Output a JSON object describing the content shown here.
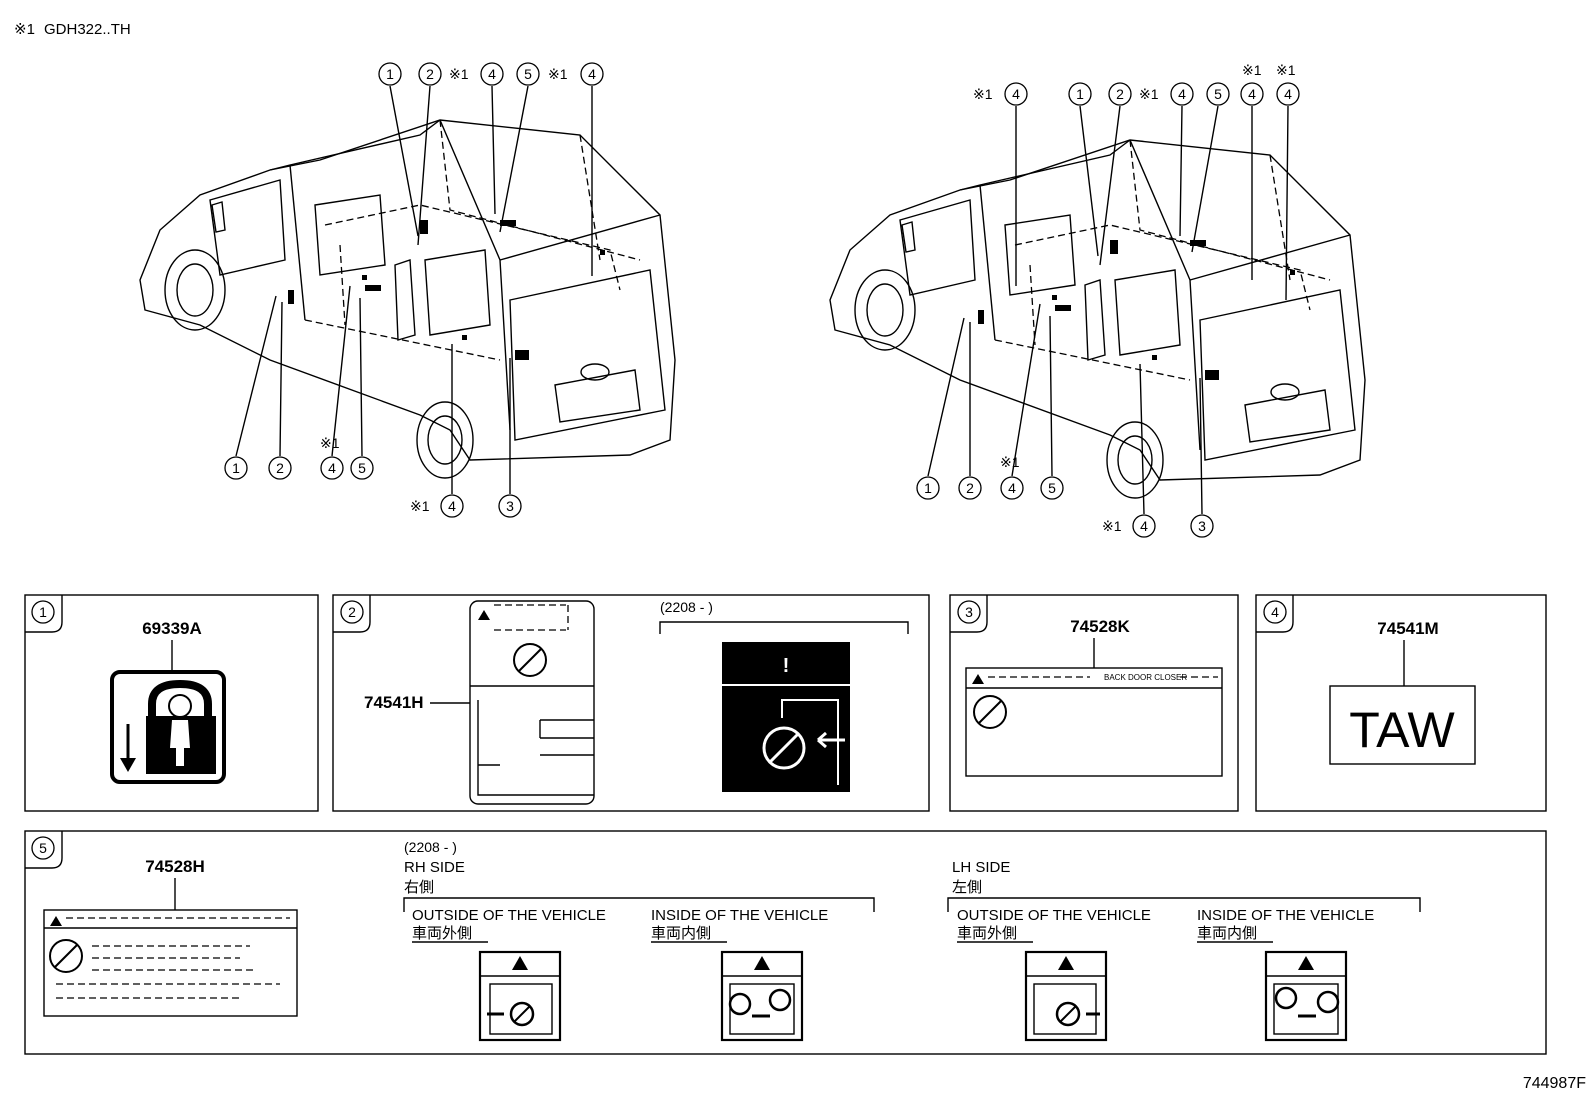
{
  "header": {
    "note_symbol": "※1",
    "note_text": "GDH322..TH"
  },
  "vehicle_left": {
    "top_callouts": [
      "1",
      "2",
      "※1",
      "4",
      "5",
      "※1",
      "4"
    ],
    "bottom_callouts": [
      "1",
      "2",
      "※1",
      "4",
      "5",
      "※1",
      "4",
      "3"
    ]
  },
  "vehicle_right": {
    "top_callouts": [
      "※1",
      "4",
      "1",
      "2",
      "※1",
      "4",
      "5",
      "※1",
      "4",
      "※1",
      "4"
    ],
    "bottom_callouts": [
      "1",
      "2",
      "※1",
      "4",
      "5",
      "※1",
      "4",
      "3"
    ]
  },
  "panels": {
    "p1": {
      "num": "1",
      "part": "69339A"
    },
    "p2": {
      "num": "2",
      "part": "74541H",
      "date_note": "(2208 -      )",
      "symbol": "!"
    },
    "p3": {
      "num": "3",
      "part": "74528K",
      "label_text": "BACK DOOR CLOSER"
    },
    "p4": {
      "num": "4",
      "part": "74541M",
      "label_text": "TAW"
    },
    "p5": {
      "num": "5",
      "part": "74528H",
      "date_note": "(2208 -      )",
      "rh_side": "RH SIDE",
      "rh_side_jp": "右側",
      "lh_side": "LH SIDE",
      "lh_side_jp": "左側",
      "outside": "OUTSIDE OF THE VEHICLE",
      "outside_jp": "車両外側",
      "inside": "INSIDE OF THE VEHICLE",
      "inside_jp": "車両内側"
    }
  },
  "footer": {
    "drawing_id": "744987F"
  }
}
